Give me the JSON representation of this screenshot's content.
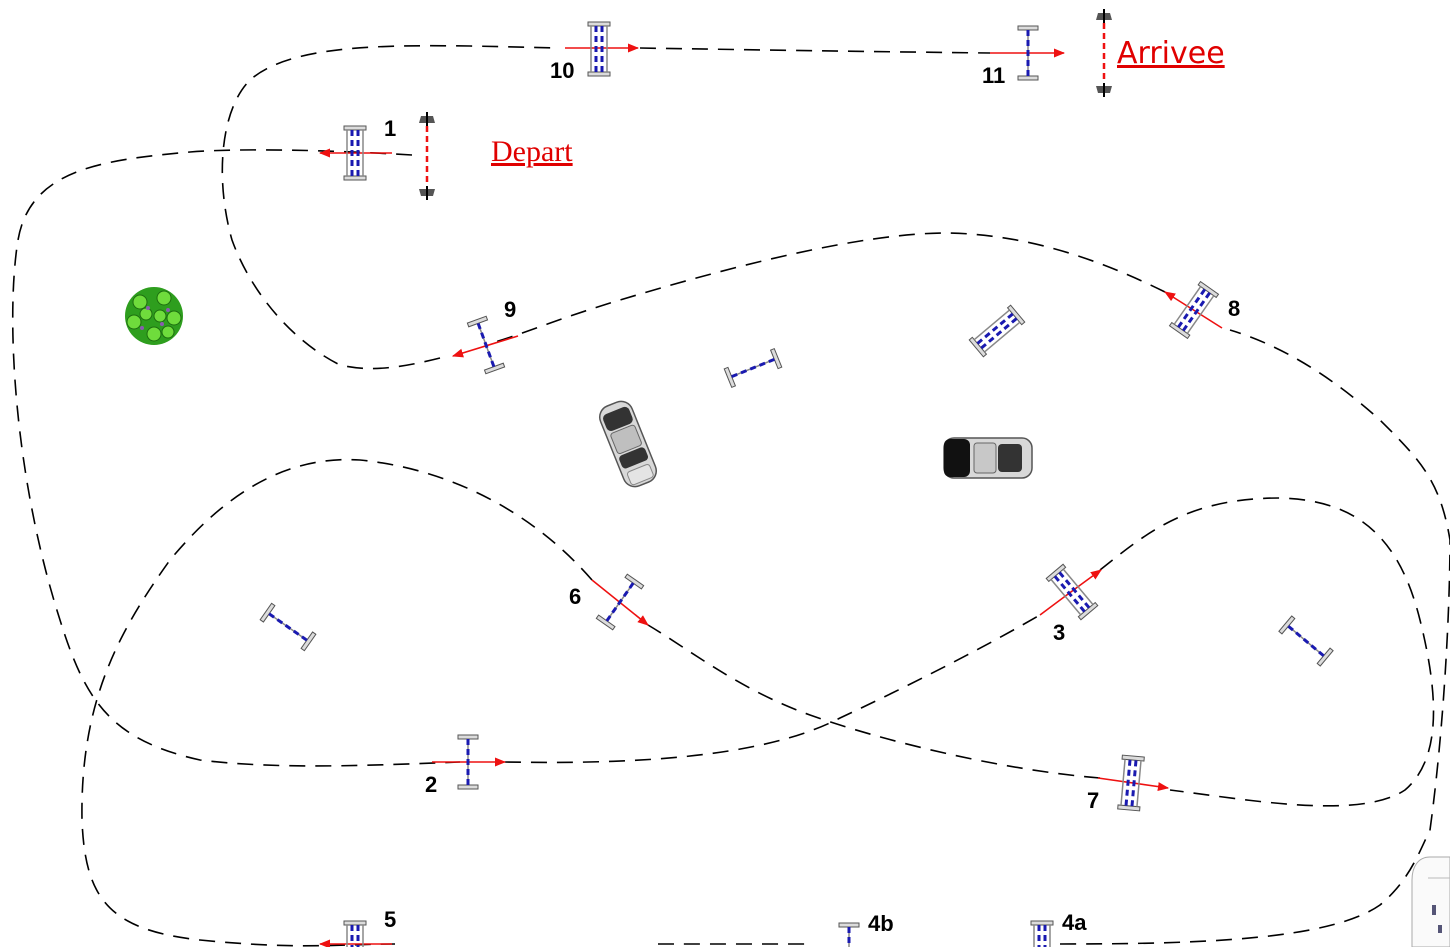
{
  "labels": {
    "depart": "Depart",
    "arrivee": "Arrivee"
  },
  "obstacles": {
    "o1": "1",
    "o2": "2",
    "o3": "3",
    "o4a": "4a",
    "o4b": "4b",
    "o5": "5",
    "o6": "6",
    "o7": "7",
    "o8": "8",
    "o9": "9",
    "o10": "10",
    "o11": "11"
  },
  "colors": {
    "path": "#000000",
    "direction_arrow": "#ee1111",
    "poles": "#1a1ab0",
    "start_finish_text": "#e00000",
    "tree": "#2e9e1e"
  },
  "icons": [
    "tree-icon",
    "car-icon",
    "car-icon"
  ]
}
